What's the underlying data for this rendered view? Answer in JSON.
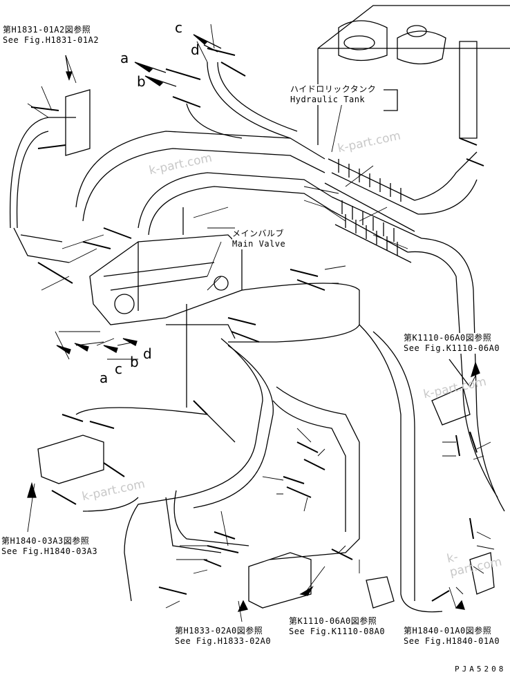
{
  "references": {
    "h1831": {
      "jp": "第H1831-01A2図参照",
      "en": "See Fig.H1831-01A2"
    },
    "k1110_06": {
      "jp": "第K1110-06A0図参照",
      "en": "See Fig.K1110-06A0"
    },
    "h1840_03": {
      "jp": "第H1840-03A3図参照",
      "en": "See Fig.H1840-03A3"
    },
    "h1833": {
      "jp": "第H1833-02A0図参照",
      "en": "See Fig.H1833-02A0"
    },
    "k1110_08": {
      "jp": "第K1110-06A0図参照",
      "en": "See Fig.K1110-08A0"
    },
    "h1840_01": {
      "jp": "第H1840-01A0図参照",
      "en": "See Fig.H1840-01A0"
    }
  },
  "components": {
    "tank": {
      "jp": "ハイドロリックタンク",
      "en": "Hydraulic Tank"
    },
    "valve": {
      "jp": "メインバルブ",
      "en": "Main Valve"
    }
  },
  "letters_top": [
    "c",
    "d",
    "a",
    "b"
  ],
  "letters_bottom": [
    "a",
    "c",
    "b",
    "d"
  ],
  "watermark": "k-part.com",
  "drawing_code": "PJA5208"
}
